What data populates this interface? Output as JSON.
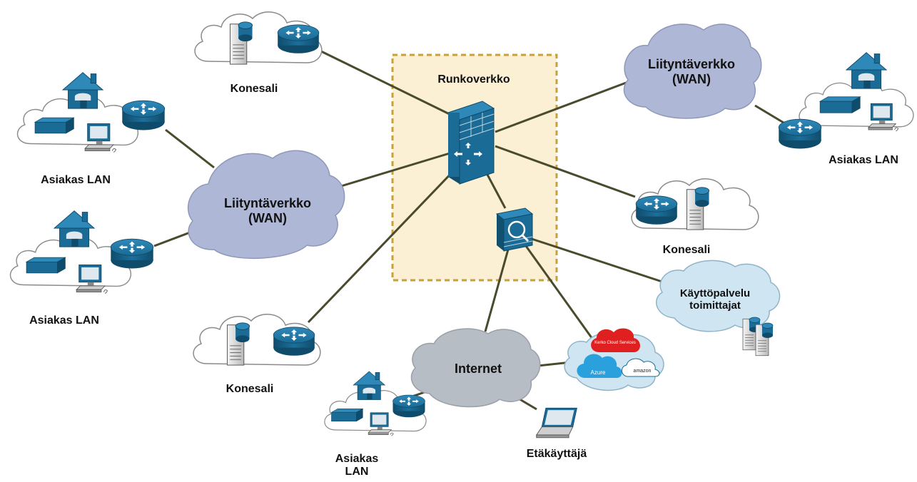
{
  "core": {
    "title": "Runkoverkko"
  },
  "sites": {
    "konesali_top": "Konesali",
    "konesali_right": "Konesali",
    "konesali_bottom": "Konesali"
  },
  "access": {
    "wan_left_line1": "Liityntäverkko",
    "wan_left_line2": "(WAN)",
    "wan_right_line1": "Liityntäverkko",
    "wan_right_line2": "(WAN)"
  },
  "customers": {
    "lan_top_left": "Asiakas LAN",
    "lan_bottom_left": "Asiakas LAN",
    "lan_right": "Asiakas LAN",
    "lan_bottom_line1": "Asiakas",
    "lan_bottom_line2": "LAN"
  },
  "internet": {
    "label": "Internet"
  },
  "remote_user": {
    "label": "Etäkäyttäjä"
  },
  "service_providers": {
    "line1": "Käyttöpalvelu",
    "line2": "toimittajat"
  },
  "cloud_logos": {
    "red": "Kerko Cloud Services",
    "azure": "Azure",
    "amazon": "amazon"
  },
  "colors": {
    "link": "#4a4a2c",
    "core_box_fill": "#fbf0d4",
    "core_box_border": "#c9a13a",
    "wan_cloud": "#aeb7d6",
    "internet_cloud": "#b7bdc4",
    "service_cloud": "#cfe6f2",
    "device_blue": "#1a6b96",
    "device_dark": "#12506f"
  }
}
